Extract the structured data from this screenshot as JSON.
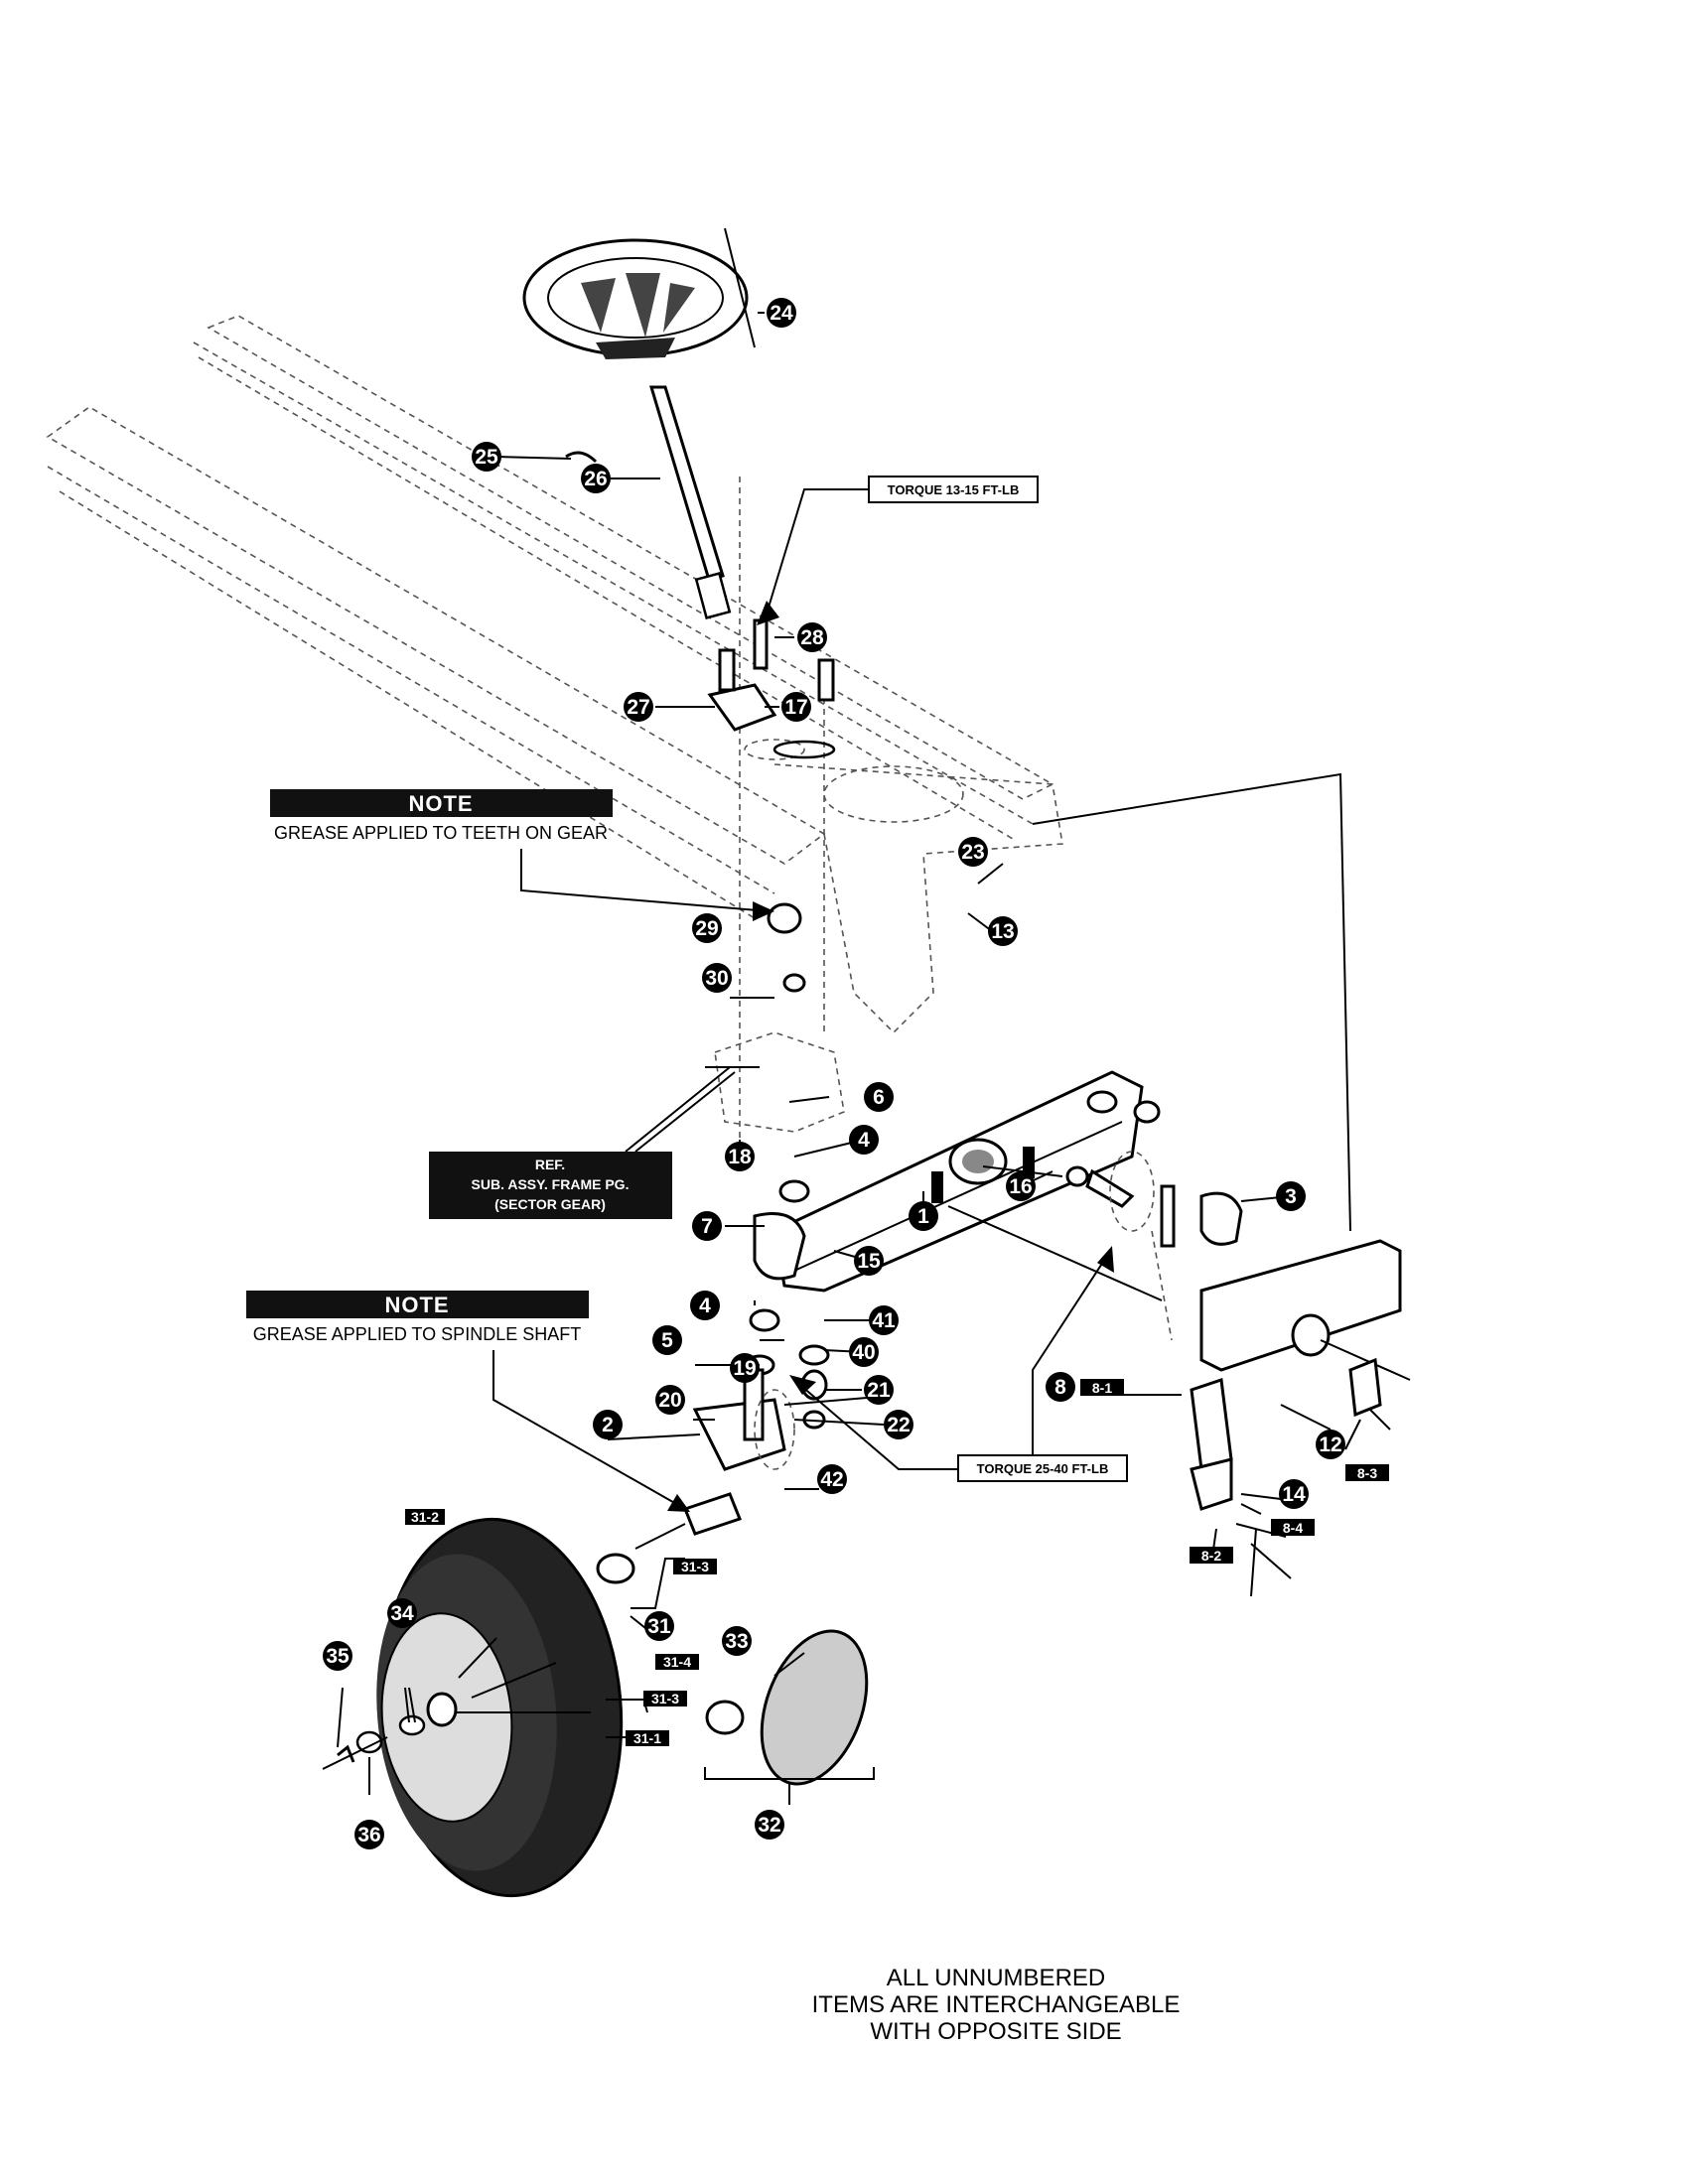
{
  "callouts": [
    {
      "label": "24"
    },
    {
      "label": "25"
    },
    {
      "label": "26"
    },
    {
      "label": "28"
    },
    {
      "label": "27"
    },
    {
      "label": "17"
    },
    {
      "label": "23"
    },
    {
      "label": "13"
    },
    {
      "label": "29"
    },
    {
      "label": "30"
    },
    {
      "label": "6"
    },
    {
      "label": "4"
    },
    {
      "label": "18"
    },
    {
      "label": "16"
    },
    {
      "label": "3"
    },
    {
      "label": "1"
    },
    {
      "label": "7"
    },
    {
      "label": "15"
    },
    {
      "label": "41"
    },
    {
      "label": "4"
    },
    {
      "label": "40"
    },
    {
      "label": "5"
    },
    {
      "label": "19"
    },
    {
      "label": "21"
    },
    {
      "label": "20"
    },
    {
      "label": "22"
    },
    {
      "label": "2"
    },
    {
      "label": "42"
    },
    {
      "label": "8"
    },
    {
      "label": "12"
    },
    {
      "label": "14"
    },
    {
      "label": "31"
    },
    {
      "label": "33"
    },
    {
      "label": "34"
    },
    {
      "label": "35"
    },
    {
      "label": "32"
    },
    {
      "label": "36"
    }
  ],
  "tags": [
    {
      "label": "8-1"
    },
    {
      "label": "8-3"
    },
    {
      "label": "8-4"
    },
    {
      "label": "8-2"
    },
    {
      "label": "31-2"
    },
    {
      "label": "31-3"
    },
    {
      "label": "31-4"
    },
    {
      "label": "31-3"
    },
    {
      "label": "31-1"
    }
  ],
  "torque_labels": {
    "upper": "TORQUE 13-15 FT-LB",
    "lower": "TORQUE 25-40 FT-LB"
  },
  "notes": [
    {
      "heading": "NOTE",
      "text": "GREASE APPLIED TO TEETH ON GEAR"
    },
    {
      "heading": "NOTE",
      "text": "GREASE APPLIED TO SPINDLE SHAFT"
    }
  ],
  "reference": {
    "line1": "REF.",
    "line2": "SUB. ASSY. FRAME PG.",
    "line3": "(SECTOR GEAR)"
  },
  "footer": {
    "line1": "ALL UNNUMBERED",
    "line2": "ITEMS ARE INTERCHANGEABLE",
    "line3": "WITH OPPOSITE SIDE"
  }
}
